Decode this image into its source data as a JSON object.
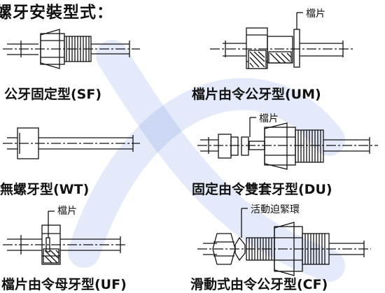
{
  "page": {
    "title": "螺牙安裝型式："
  },
  "colors": {
    "ink": "#111111",
    "watermark": "#2f5fd0"
  },
  "items": [
    {
      "caption": "公牙固定型(SF)"
    },
    {
      "caption": "檔片由令公牙型(UM)",
      "callout": "檔片"
    },
    {
      "caption": "無螺牙型(WT)"
    },
    {
      "caption": "固定由令雙套牙型(DU)",
      "callout": "檔片"
    },
    {
      "caption": "檔片由令母牙型(UF)",
      "callout": "檔片"
    },
    {
      "caption": "滑動式由令公牙型(CF)",
      "callout": "活動迫緊環"
    }
  ]
}
